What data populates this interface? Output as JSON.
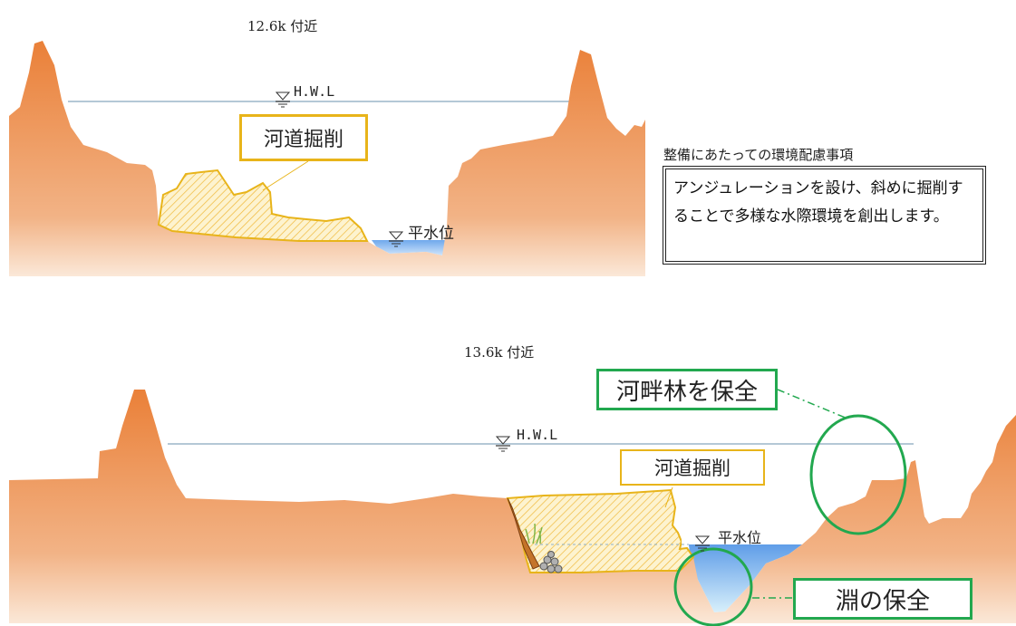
{
  "section1": {
    "caption": "12.6k 付近",
    "hwl_label": "H.W.L",
    "excavation_label": "河道掘削",
    "water_label": "平水位"
  },
  "notice": {
    "title": "整備にあたっての環境配慮事項",
    "body": "アンジュレーションを設け、斜めに掘削することで多様な水際環境を創出します。"
  },
  "section2": {
    "caption": "13.6k 付近",
    "hwl_label": "H.W.L",
    "excavation_label": "河道掘削",
    "water_label": "平水位",
    "riparian_label": "河畔林を保全",
    "pool_label": "淵の保全"
  },
  "colors": {
    "terrain_top": "#ec8a42",
    "terrain_bottom": "#f3c29a",
    "water": "#7ab4f0",
    "excavation_border": "#e8b41a",
    "conservation_green": "#22a84f"
  }
}
